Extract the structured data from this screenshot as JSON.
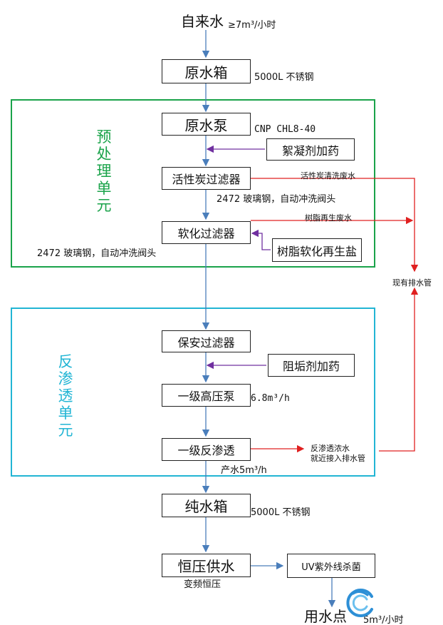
{
  "source": {
    "label": "自来水",
    "flow": "≥7m³/小时"
  },
  "units": {
    "pretreatment": {
      "title": "预处理单元",
      "color": "#1aa34a"
    },
    "ro": {
      "title": "反渗透单元",
      "color": "#22b5d4"
    }
  },
  "nodes": {
    "raw_tank": {
      "label": "原水箱",
      "note": "5000L 不锈钢"
    },
    "raw_pump": {
      "label": "原水泵",
      "note": "CNP CHL8-40"
    },
    "flocculant": {
      "label": "絮凝剂加药"
    },
    "carbon_filter": {
      "label": "活性炭过滤器",
      "note": "2472 玻璃钢，自动冲洗阀头"
    },
    "softener": {
      "label": "软化过滤器",
      "note": "2472 玻璃钢，自动冲洗阀头"
    },
    "resin_salt": {
      "label": "树脂软化再生盐"
    },
    "security_filter": {
      "label": "保安过滤器"
    },
    "antiscalant": {
      "label": "阻垢剂加药"
    },
    "hp_pump": {
      "label": "一级高压泵",
      "note": "6.8m³/h"
    },
    "ro": {
      "label": "一级反渗透",
      "note": "产水5m³/h"
    },
    "pure_tank": {
      "label": "纯水箱",
      "note": "5000L 不锈钢"
    },
    "const_supply": {
      "label": "恒压供水",
      "note": "变频恒压"
    },
    "uv": {
      "label": "UV紫外线杀菌"
    },
    "use_point": {
      "label": "用水点",
      "note": "5m³/小时"
    }
  },
  "drain": {
    "carbon_wash": "活性炭清洗废水",
    "resin_regen": "树脂再生废水",
    "ro_concentrate_1": "反渗透浓水",
    "ro_concentrate_2": "就近接入排水管",
    "existing_drain": "现有排水管"
  },
  "colors": {
    "flow": "#4a7ebb",
    "dosing": "#7030a0",
    "drain": "#e02020"
  }
}
